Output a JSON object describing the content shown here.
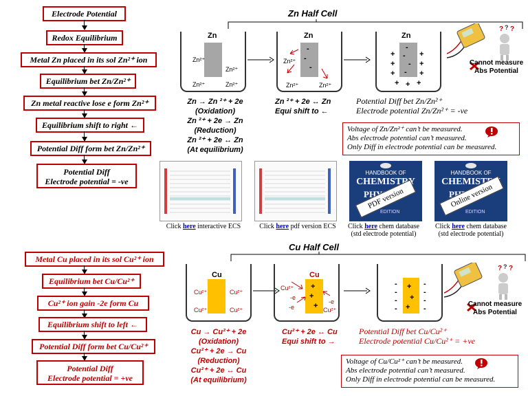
{
  "zn_flow": [
    "Electrode Potential",
    "Redox Equilibrium",
    "Metal Zn placed in its sol Zn²⁺ ion",
    "Equilibrium bet Zn/Zn²⁺",
    "Zn metal reactive lose e form Zn²⁺",
    "Equilibrium shift to right ←",
    "Potential Diff form bet Zn/Zn²⁺",
    "Potential Diff",
    "Electrode potential = -ve"
  ],
  "zn": {
    "title": "Zn Half Cell",
    "metal": "Zn",
    "ion": "Zn²⁺",
    "eq1": [
      "Zn → Zn ²⁺ + 2e",
      "(Oxidation)",
      "Zn ²⁺ + 2e → Zn",
      "(Reduction)",
      "Zn ²⁺ + 2e ↔ Zn",
      "(At equilibrium)"
    ],
    "eq2": [
      "Zn ²⁺ + 2e ↔ Zn",
      "Equi shift to ←"
    ],
    "pd": [
      "Potential Diff  bet Zn/Zn²⁺",
      "Electrode potential Zn/Zn²⁺ = -ve"
    ],
    "note": [
      "Voltage of Zn/Zn²⁺ can’t be measured.",
      "Abs electrode potential can’t measured.",
      "Only Diff in electrode potential can be measured."
    ],
    "cannot": [
      "Cannot measure",
      "Abs Potential"
    ]
  },
  "resources": [
    {
      "pre": "Click ",
      "link": "here",
      "post": " interactive ECS",
      "sub": ""
    },
    {
      "pre": "Click ",
      "link": "here",
      "post": " pdf version ECS",
      "sub": ""
    },
    {
      "pre": "Click ",
      "link": "here",
      "post": " chem database",
      "sub": "(std electrode potential)",
      "stamp": "PDF version"
    },
    {
      "pre": "Click ",
      "link": "here",
      "post": " chem database",
      "sub": "(std electrode potential)",
      "stamp": "Online version"
    }
  ],
  "book": {
    "line1": "HANDBOOK OF",
    "line2": "CHEMISTRY",
    "line3": "PHYS",
    "edition": "EDITION"
  },
  "cu_flow": [
    "Metal Cu placed in its sol Cu²⁺ ion",
    "Equilibrium bet Cu/Cu²⁺",
    "Cu²⁺ ion gain -2e form Cu",
    "Equilibrium shift to left ←",
    "Potential Diff form bet Cu/Cu²⁺",
    "Potential Diff",
    "Electrode potential = +ve"
  ],
  "cu": {
    "title": "Cu Half Cell",
    "metal": "Cu",
    "ion": "Cu²⁺",
    "e": "-e",
    "eq1": [
      "Cu → Cu²⁺ + 2e",
      "(Oxidation)",
      "Cu²⁺ + 2e → Cu",
      "(Reduction)",
      "Cu²⁺ + 2e ↔ Cu",
      "(At equilibrium)"
    ],
    "eq2": [
      "Cu²⁺ + 2e ↔ Cu",
      "Equi shift to →"
    ],
    "pd": [
      "Potential Diff bet Cu/Cu²⁺",
      "Electrode potential Cu/Cu²⁺ = +ve"
    ],
    "note": [
      "Voltage of Cu/Cu²⁺ can’t be measured.",
      "Abs electrode potential can’t measured.",
      "Only Diff in electrode potential can be measured."
    ],
    "cannot": [
      "Cannot measure",
      "Abs Potential"
    ]
  },
  "colors": {
    "accent": "#c00000",
    "zinc": "#a6a6a6",
    "copper": "#ffc000"
  }
}
